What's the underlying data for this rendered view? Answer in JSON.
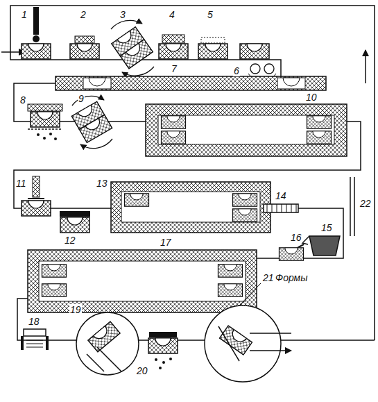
{
  "diagram": {
    "labels": [
      "1",
      "2",
      "3",
      "4",
      "5",
      "6",
      "7",
      "8",
      "9",
      "10",
      "11",
      "12",
      "13",
      "14",
      "15",
      "16",
      "17",
      "18",
      "19",
      "20",
      "21",
      "22",
      "Формы"
    ]
  }
}
